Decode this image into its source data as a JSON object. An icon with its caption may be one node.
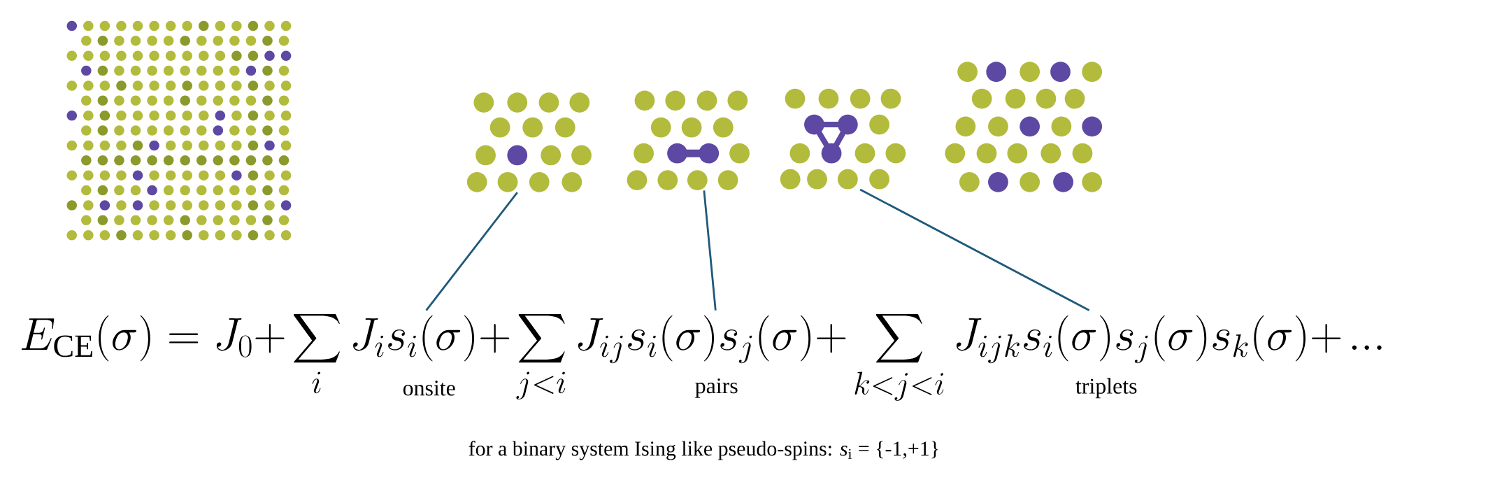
{
  "diagram": {
    "nodes": [
      {
        "text": [],
        "shape": "picture"
      },
      {
        "text": [],
        "shape": "picture"
      },
      {
        "text": [],
        "shape": "picture"
      },
      {
        "text": [],
        "shape": "picture"
      },
      {
        "text": [],
        "shape": "picture"
      },
      {
        "text": [
          "E_{\\mathrm{CE}}(\\sigma) = J_0 +"
        ]
      },
      {
        "text": [
          "\\sum_{i} J_i s_i(\\sigma) +"
        ],
        "beside": [
          "onsite"
        ]
      },
      {
        "text": [
          "\\sum_{j<i} J_{ij} s_i(\\sigma) s_j(\\sigma) +"
        ],
        "beside": [
          "pairs"
        ]
      },
      {
        "text": [
          "\\sum_{k<j<i} J_{ijk} s_i(\\sigma) s_j(\\sigma) s_k(\\sigma) +"
        ],
        "beside": [
          "triplets"
        ]
      },
      {
        "text": [
          "..."
        ]
      }
    ],
    "edges": [
      {
        "from": 6,
        "to": 1,
        "arrow": "none"
      },
      {
        "from": 7,
        "to": 2,
        "arrow": "none"
      },
      {
        "from": 8,
        "to": 3,
        "arrow": "none"
      }
    ],
    "labels": [
      "for a binary system Ising like pseudo-spins: *s*$_{i}$ = {-1,+1}"
    ]
  }
}
